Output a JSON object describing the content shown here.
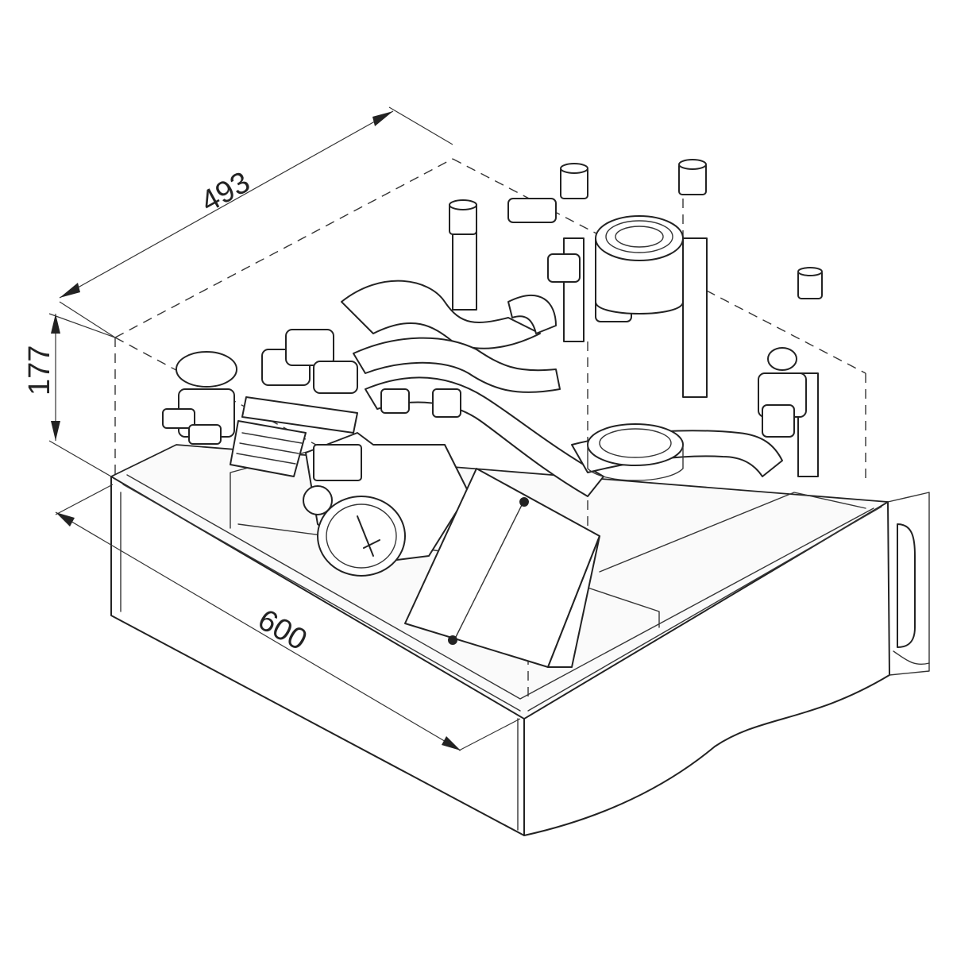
{
  "dimensions": {
    "depth": "493",
    "height": "177",
    "width": "600"
  },
  "colors": {
    "line": "#222222",
    "background": "#ffffff"
  }
}
